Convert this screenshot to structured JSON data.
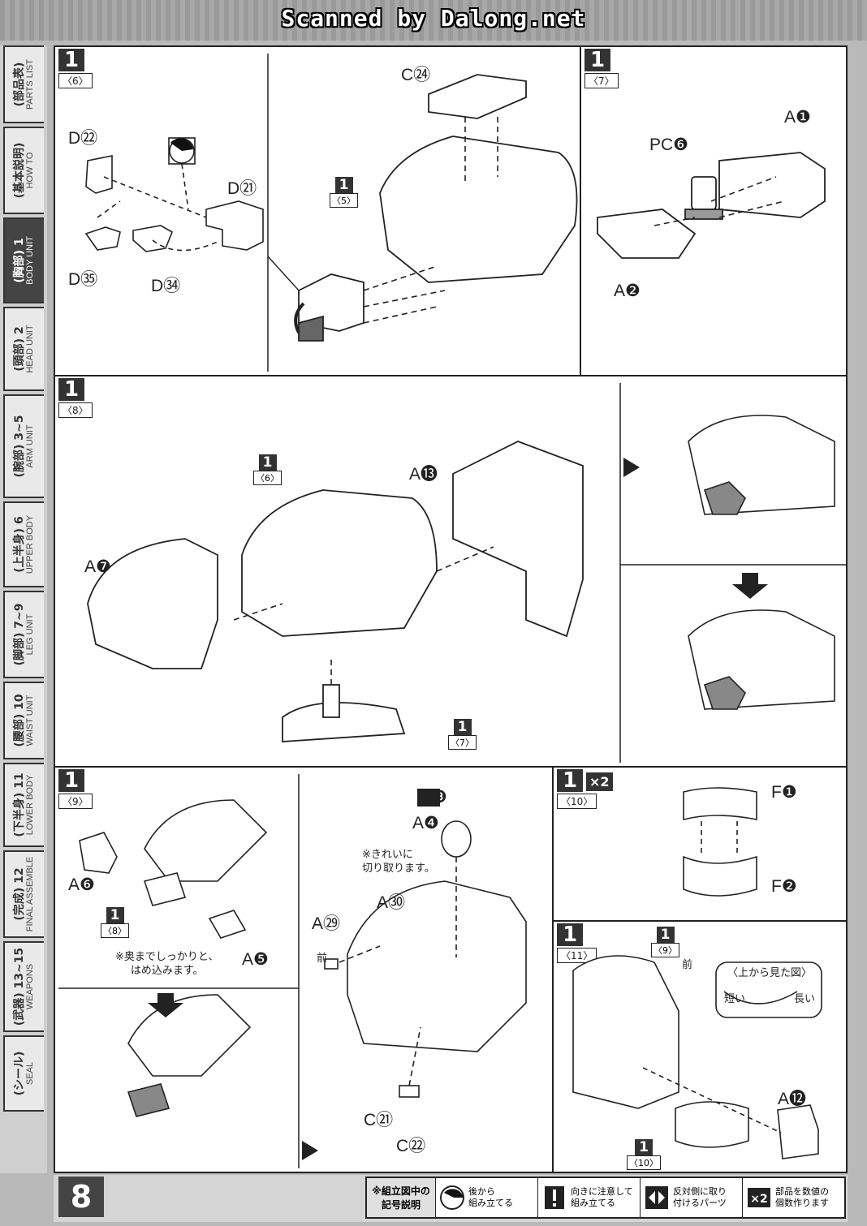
{
  "scan_credit": "Scanned by Dalong.net",
  "page_number": "8",
  "sidebar_tabs": [
    {
      "jp": "(部品表)",
      "en": "PARTS LIST",
      "active": false
    },
    {
      "jp": "(基本説明)",
      "en": "HOW TO",
      "active": false
    },
    {
      "jp": "(胸部) 1",
      "en": "BODY UNIT",
      "active": true
    },
    {
      "jp": "(頭部) 2",
      "en": "HEAD UNIT",
      "active": false
    },
    {
      "jp": "(腕部) 3~5",
      "en": "ARM UNIT",
      "active": false
    },
    {
      "jp": "(上半身) 6",
      "en": "UPPER BODY",
      "active": false
    },
    {
      "jp": "(脚部) 7~9",
      "en": "LEG UNIT",
      "active": false
    },
    {
      "jp": "(腰部) 10",
      "en": "WAIST UNIT",
      "active": false
    },
    {
      "jp": "(下半身) 11",
      "en": "LOWER BODY",
      "active": false
    },
    {
      "jp": "(完成) 12",
      "en": "FINAL ASSEMBLE",
      "active": false
    },
    {
      "jp": "(武器) 13~15",
      "en": "WEAPONS",
      "active": false
    },
    {
      "jp": "(シール)",
      "en": "SEAL",
      "active": false
    }
  ],
  "steps": {
    "s6": {
      "num": "1",
      "sub": "〈6〉",
      "parts": [
        "D㉒",
        "D㉑",
        "D㉟",
        "D㉞",
        "C㉔"
      ],
      "ref": {
        "num": "1",
        "sub": "〈5〉"
      }
    },
    "s7": {
      "num": "1",
      "sub": "〈7〉",
      "parts": [
        "A❶",
        "PC❻",
        "A❷"
      ]
    },
    "s8": {
      "num": "1",
      "sub": "〈8〉",
      "parts": [
        "A⓭",
        "A❼"
      ],
      "ref_top": {
        "num": "1",
        "sub": "〈6〉"
      },
      "ref_bottom": {
        "num": "1",
        "sub": "〈7〉"
      }
    },
    "s9": {
      "num": "1",
      "sub": "〈9〉",
      "parts": [
        "A❻",
        "A❺"
      ],
      "ref": {
        "num": "1",
        "sub": "〈8〉"
      },
      "note": "※奥までしっかりと、\nはめ込みます。"
    },
    "s9b": {
      "parts": [
        "A❸",
        "A❹",
        "A㉙",
        "A㉚",
        "C㉑",
        "C㉒"
      ],
      "note": "※きれいに\n切り取ります。",
      "front": "前"
    },
    "s10": {
      "num": "1",
      "sub": "〈10〉",
      "mult": "×2",
      "parts": [
        "F❶",
        "F❷"
      ]
    },
    "s11": {
      "num": "1",
      "sub": "〈11〉",
      "parts": [
        "A⓬"
      ],
      "ref_top": {
        "num": "1",
        "sub": "〈9〉"
      },
      "ref_bottom": {
        "num": "1",
        "sub": "〈10〉"
      },
      "top_view": "〈上から見た図〉",
      "short": "短い",
      "long": "長い",
      "front": "前"
    }
  },
  "legend": {
    "header": "※組立図中の\n記号説明",
    "items": [
      {
        "icon": "back-assemble-icon",
        "text": "後から\n組み立てる"
      },
      {
        "icon": "caution-icon",
        "text": "向きに注意して\n組み立てる"
      },
      {
        "icon": "mirror-part-icon",
        "text": "反対側に取り\n付けるパーツ"
      },
      {
        "icon": "multiply-icon",
        "text": "部品を数値の\n個数作ります"
      }
    ]
  }
}
